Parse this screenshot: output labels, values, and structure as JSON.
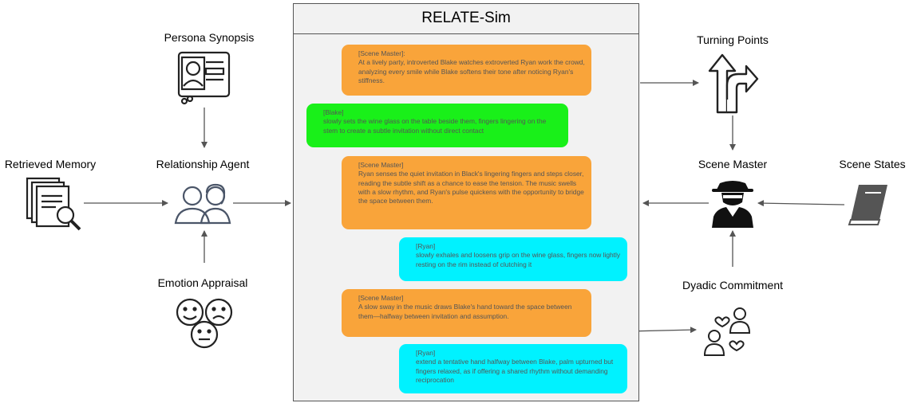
{
  "left": {
    "persona_synopsis": "Persona Synopsis",
    "retrieved_memory": "Retrieved Memory",
    "relationship_agent": "Relationship Agent",
    "emotion_appraisal": "Emotion Appraisal"
  },
  "center": {
    "title": "RELATE-Sim",
    "messages": [
      {
        "speaker": "[Scene Master]:",
        "text": "At a lively party, introverted Blake watches extroverted Ryan work the crowd, analyzing every smile while Blake softens their tone after noticing Ryan's stiffness.",
        "color": "#f9a43a"
      },
      {
        "speaker": "[Blake]",
        "text": "slowly sets the wine glass on the table beside them, fingers lingering on the stem to create a subtle invitation without direct contact",
        "color": "#19f019"
      },
      {
        "speaker": "[Scene Master]",
        "text": "Ryan senses the quiet invitation in Black's lingering fingers and steps closer, reading the subtle shift as a chance to ease the tension. The music swells with a slow rhythm, and Ryan's pulse quickens with the opportunity to bridge the space between them.",
        "color": "#f9a43a"
      },
      {
        "speaker": "[Ryan]",
        "text": "slowly exhales and loosens grip on the wine glass, fingers now lightly resting on the rim instead of clutching it",
        "color": "#00f2ff"
      },
      {
        "speaker": "[Scene Master]",
        "text": "A slow sway in the music draws Blake's hand toward the space between them—halfway between invitation and assumption.",
        "color": "#f9a43a"
      },
      {
        "speaker": "[Ryan]",
        "text": "extend a tentative hand halfway between Blake, palm upturned but fingers relaxed, as if offering a shared rhythm without demanding reciprocation",
        "color": "#00f2ff"
      }
    ]
  },
  "right": {
    "turning_points": "Turning Points",
    "scene_master": "Scene Master",
    "scene_states": "Scene States",
    "dyadic_commitment": "Dyadic Commitment"
  }
}
